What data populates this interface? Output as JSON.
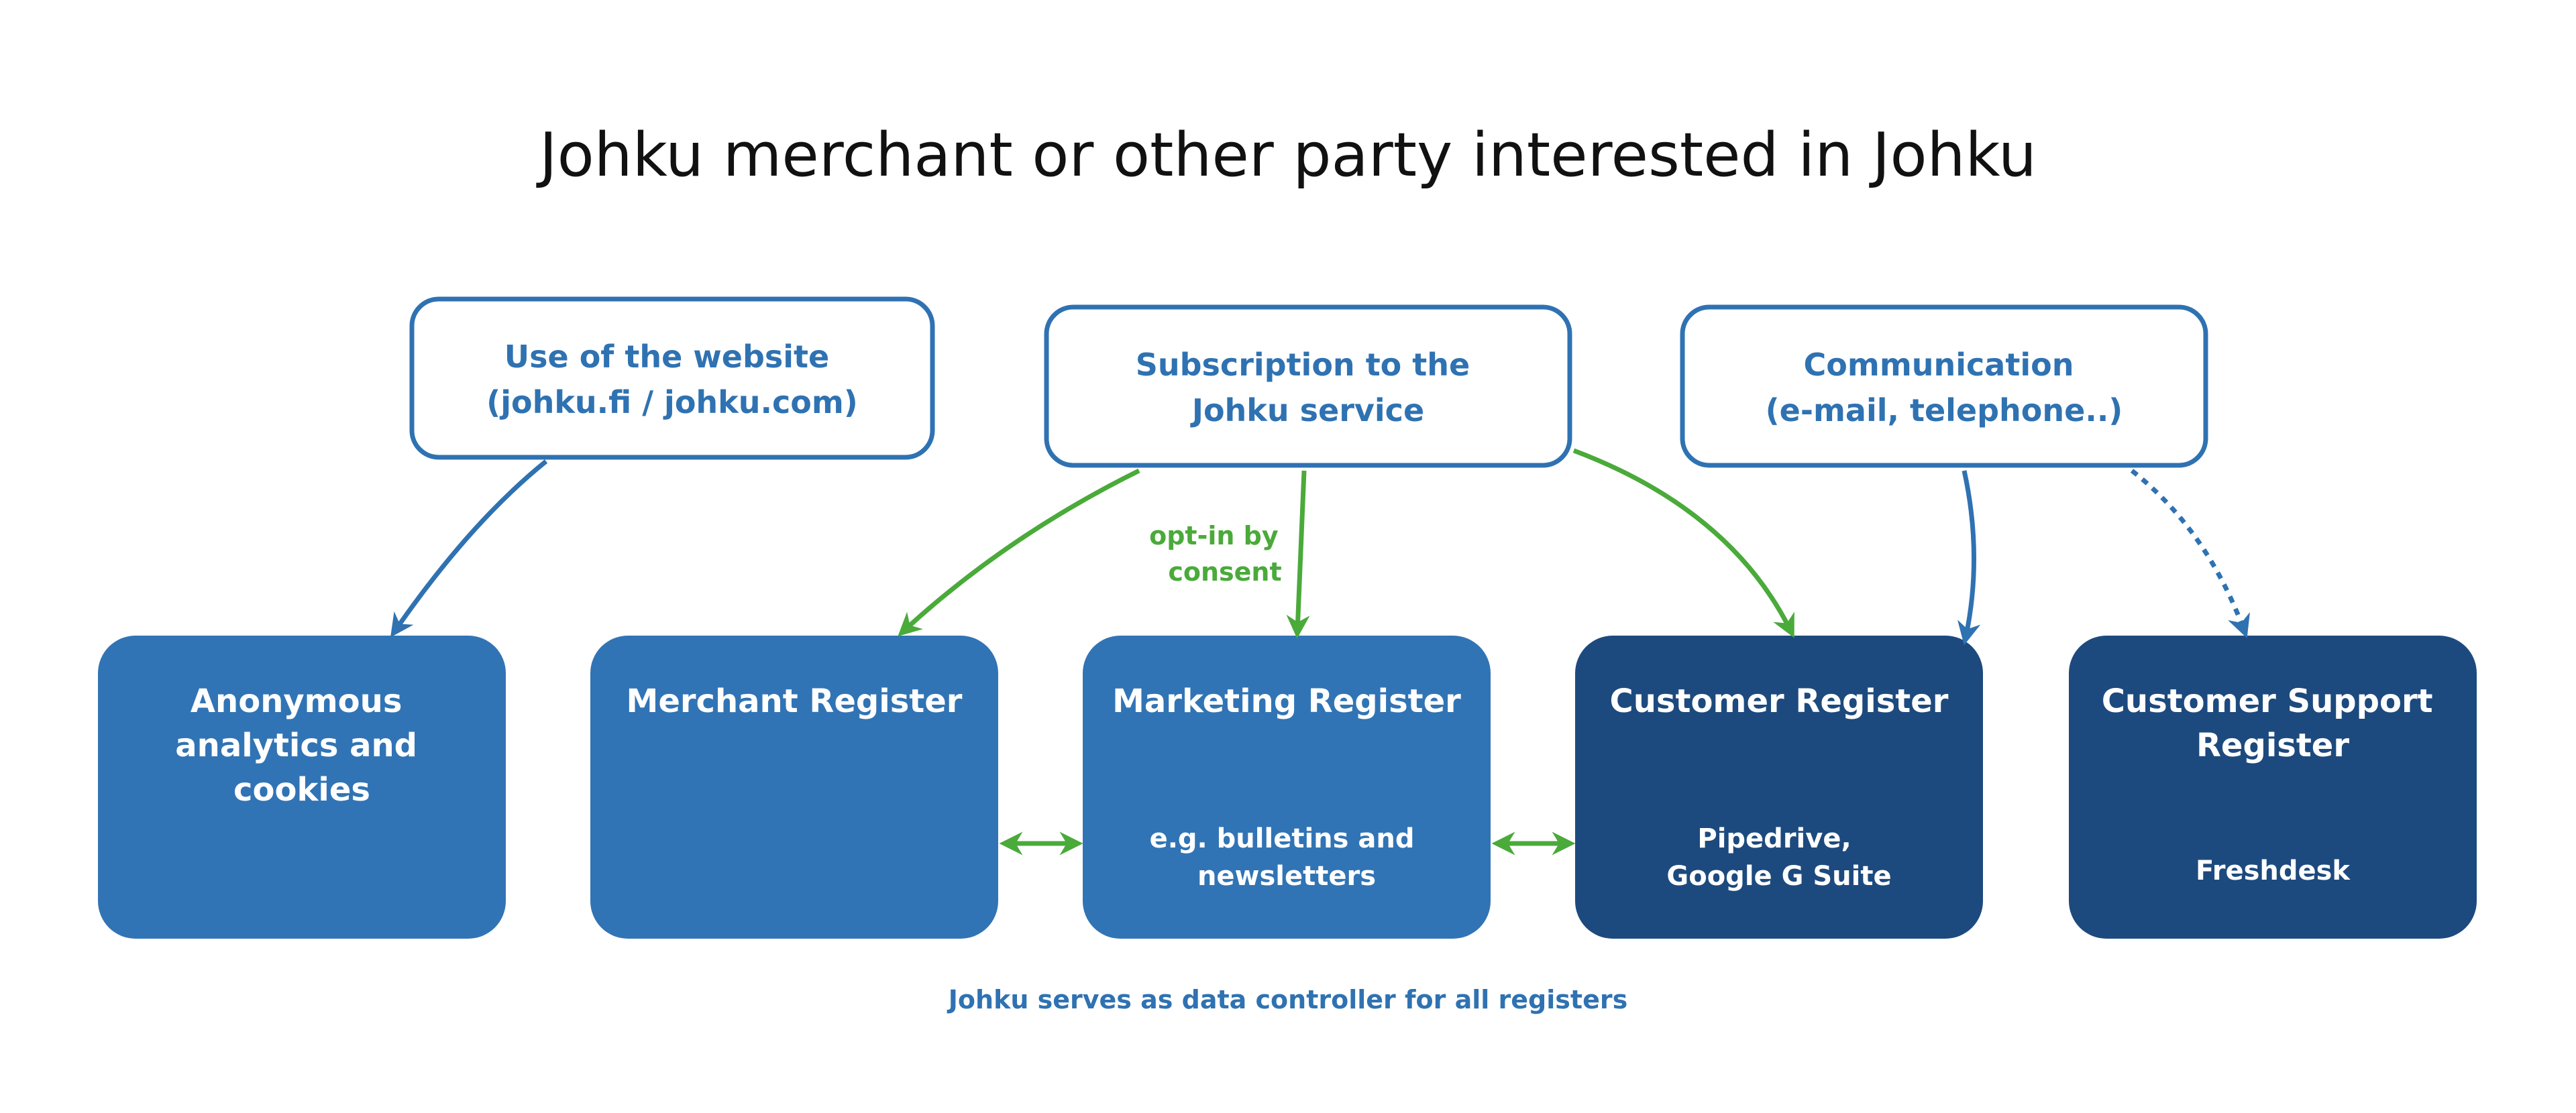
{
  "title": "Johku merchant or other party interested in Johku",
  "sources": [
    {
      "id": "website",
      "lines": [
        "Use of the website",
        "(johku.fi / johku.com)"
      ]
    },
    {
      "id": "subscription",
      "lines": [
        "Subscription to the",
        "Johku service"
      ]
    },
    {
      "id": "communication",
      "lines": [
        "Communication",
        "(e-mail, telephone..)"
      ]
    }
  ],
  "registers": [
    {
      "id": "analytics",
      "title_lines": [
        "Anonymous",
        "analytics and",
        "cookies"
      ],
      "sub_lines": [],
      "color": "#3174b5"
    },
    {
      "id": "merchant",
      "title_lines": [
        "Merchant Register"
      ],
      "sub_lines": [],
      "color": "#3174b5"
    },
    {
      "id": "marketing",
      "title_lines": [
        "Marketing Register"
      ],
      "sub_lines": [
        "e.g. bulletins and",
        "newsletters"
      ],
      "color": "#3174b5"
    },
    {
      "id": "customer",
      "title_lines": [
        "Customer Register"
      ],
      "sub_lines": [
        "Pipedrive,",
        "Google G Suite"
      ],
      "color": "#1d4a7e"
    },
    {
      "id": "support",
      "title_lines": [
        "Customer Support",
        "Register"
      ],
      "sub_lines": [
        "Freshdesk"
      ],
      "color": "#1d4a7e"
    }
  ],
  "consent_label": [
    "opt-in by",
    "consent"
  ],
  "footer": "Johku serves as data controller for all registers",
  "colors": {
    "source_border": "#2f72b2",
    "source_text": "#2f72b2",
    "arrow_blue": "#2f72b2",
    "arrow_green": "#4aaa3a",
    "title": "#111111"
  }
}
